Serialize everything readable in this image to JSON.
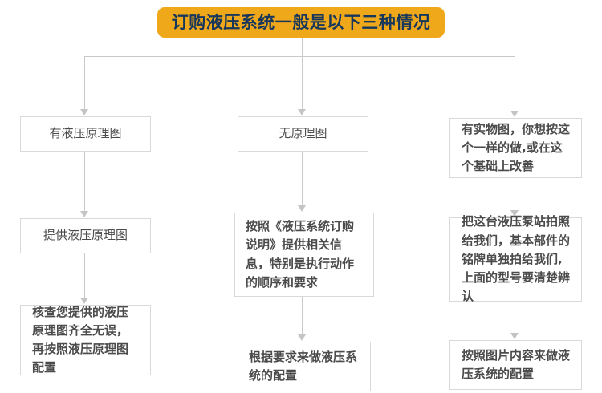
{
  "title": {
    "text": "订购液压系统一般是以下三种情况",
    "bg_color": "#f0a81b",
    "text_color": "#16375b"
  },
  "theme": {
    "box_border_color": "#d9d9d9",
    "connector_color": "#c9c9c9",
    "box_text_color": "#4b4b4b",
    "page_background": "#ffffff"
  },
  "branches": [
    {
      "id": "branch-1",
      "steps": [
        {
          "id": "b1-s1",
          "text": "有液压原理图"
        },
        {
          "id": "b1-s2",
          "text": "提供液压原理图"
        },
        {
          "id": "b1-s3",
          "text": "核查您提供的液压原理图齐全无误，再按照液压原理图配置"
        }
      ]
    },
    {
      "id": "branch-2",
      "steps": [
        {
          "id": "b2-s1",
          "text": "无原理图"
        },
        {
          "id": "b2-s2",
          "text": "按照《液压系统订购说明》提供相关信息，特别是执行动作的顺序和要求"
        },
        {
          "id": "b2-s3",
          "text": "根据要求来做液压系统的配置"
        }
      ]
    },
    {
      "id": "branch-3",
      "steps": [
        {
          "id": "b3-s1",
          "text": "有实物图，你想按这个一样的做,或在这个基础上改善"
        },
        {
          "id": "b3-s2",
          "text": "把这台液压泵站拍照给我们，基本部件的铭牌单独拍给我们,上面的型号要清楚辨认"
        },
        {
          "id": "b3-s3",
          "text": "按照图片内容来做液压系统的配置"
        }
      ]
    }
  ]
}
